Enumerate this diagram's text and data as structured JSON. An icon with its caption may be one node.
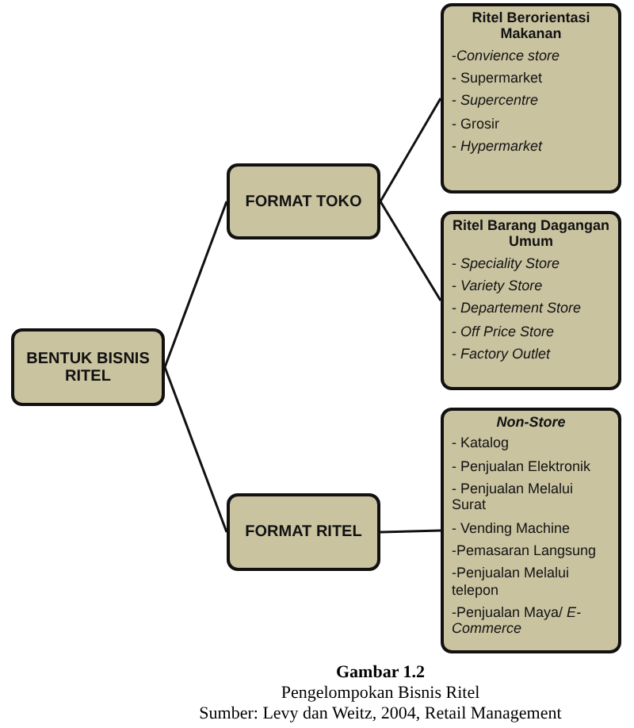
{
  "diagram": {
    "title": "Gambar 1.2",
    "caption": "Pengelompokan Bisnis Ritel",
    "nodes": [
      {
        "text": [
          "BENTUK BISNIS RITEL"
        ]
      },
      {
        "text": [
          "FORMAT TOKO"
        ]
      },
      {
        "text": [
          "FORMAT RITEL"
        ]
      },
      {
        "text": [
          "Ritel Berorientasi Makanan",
          "-*Convience store*",
          "- Supermarket",
          "- *Supercentre*",
          "- Grosir",
          "- *Hypermarket*"
        ]
      },
      {
        "text": [
          "Ritel Barang Dagangan Umum",
          "- *Speciality Store*",
          "- *Variety Store*",
          "- *Departement Store*",
          "- *Off Price Store*",
          "- *Factory Outlet*"
        ]
      },
      {
        "text": [
          "Non-Store",
          "- Katalog",
          "- Penjualan Elektronik",
          "- Penjualan Melalui Surat",
          "- Vending Machine",
          "-Pemasaran Langsung",
          "-Penjualan Melalui telepon",
          "-Penjualan Maya/ *E-Commerce*"
        ]
      }
    ],
    "edges": [
      {
        "from": 0,
        "to": 1,
        "arrow": "none"
      },
      {
        "from": 0,
        "to": 2,
        "arrow": "none"
      },
      {
        "from": 1,
        "to": 3,
        "arrow": "none"
      },
      {
        "from": 1,
        "to": 4,
        "arrow": "none"
      },
      {
        "from": 2,
        "to": 5,
        "arrow": "none"
      }
    ],
    "labels": [
      "Sumber: Levy dan Weitz, 2004, Retail Management"
    ]
  }
}
